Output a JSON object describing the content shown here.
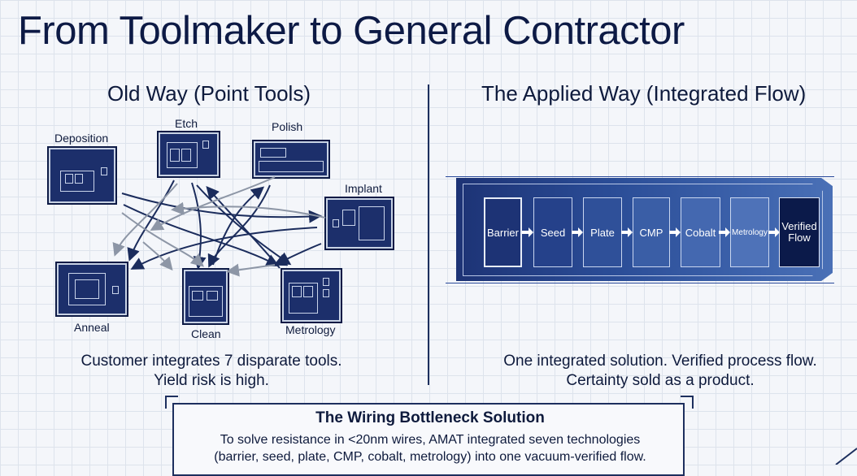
{
  "title": "From Toolmaker to General Contractor",
  "old_way": {
    "heading": "Old Way (Point Tools)",
    "tools": [
      "Deposition",
      "Etch",
      "Polish",
      "Implant",
      "Anneal",
      "Clean",
      "Metrology"
    ],
    "caption_lines": [
      "Customer integrates 7 disparate tools.",
      "Yield risk is high."
    ]
  },
  "applied_way": {
    "heading": "The Applied Way (Integrated Flow)",
    "stages": [
      "Barrier",
      "Seed",
      "Plate",
      "CMP",
      "Cobalt",
      "Metrology"
    ],
    "final_stage": [
      "Verified",
      "Flow"
    ],
    "caption_lines": [
      "One integrated solution. Verified process flow.",
      "Certainty sold as a product."
    ]
  },
  "bottleneck": {
    "title": "The Wiring Bottleneck Solution",
    "body_lines": [
      "To solve resistance in <20nm wires, AMAT integrated seven technologies",
      "(barrier, seed, plate, CMP, cobalt, metrology) into one vacuum-verified flow."
    ]
  },
  "colors": {
    "navy": "#0d1a45",
    "tool_blue": "#1c2f6b",
    "arrow_dark": "#1b2c5c",
    "arrow_gray": "#8d96a6"
  }
}
